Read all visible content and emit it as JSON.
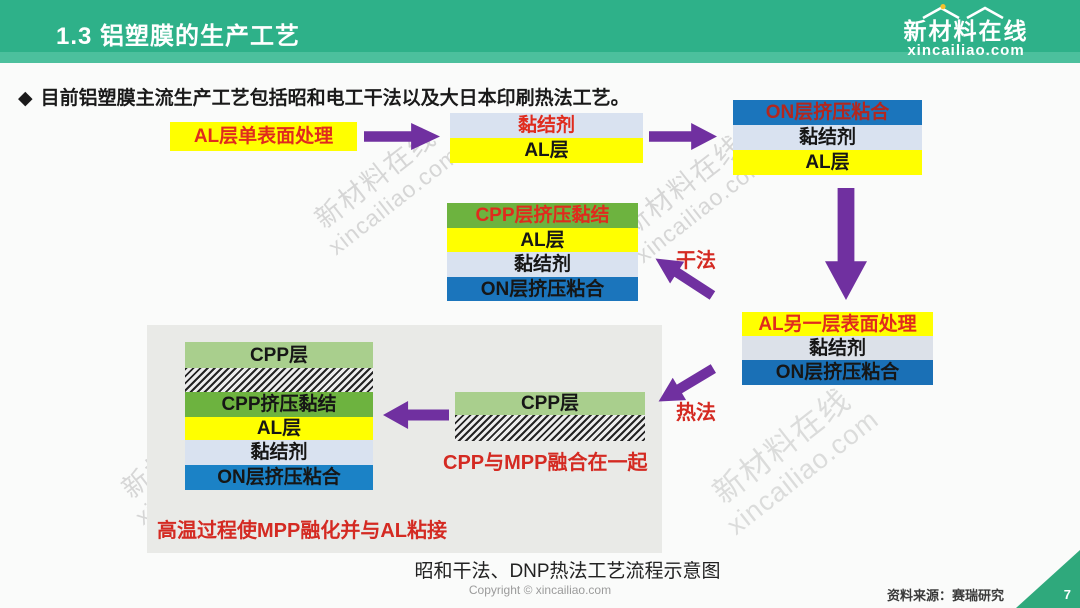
{
  "header": {
    "title": "1.3 铝塑膜的生产工艺",
    "logo": {
      "name": "新材料在线",
      "domain": "xincailiao.com"
    }
  },
  "intro": {
    "bullet_marker": "◆",
    "text": "目前铝塑膜主流生产工艺包括昭和电工干法以及大日本印刷热法工艺。"
  },
  "diagram": {
    "boxes": {
      "step1": [
        {
          "text": "AL层单表面处理",
          "bg": "#ffff00",
          "color": "#e02b1d",
          "bold": true,
          "h": 29
        }
      ],
      "step2": [
        {
          "text": "黏结剂",
          "bg": "#d9e2f0",
          "color": "#e02b1d",
          "bold": true,
          "h": 25
        },
        {
          "text": "AL层",
          "bg": "#ffff00",
          "color": "#161616",
          "h": 25
        }
      ],
      "step3": [
        {
          "text": "ON层挤压粘合",
          "bg": "#1b75bc",
          "color": "#b3271e",
          "bold": true,
          "h": 25
        },
        {
          "text": "黏结剂",
          "bg": "#d9e2f0",
          "color": "#161616",
          "h": 25
        },
        {
          "text": "AL层",
          "bg": "#ffff00",
          "color": "#161616",
          "h": 25
        }
      ],
      "step4": [
        {
          "text": "AL另一层表面处理",
          "bg": "#ffff00",
          "color": "#e02b1d",
          "bold": true,
          "h": 24
        },
        {
          "text": "黏结剂",
          "bg": "#dce1e9",
          "color": "#161616",
          "h": 24
        },
        {
          "text": "ON层挤压粘合",
          "bg": "#1a70b6",
          "color": "#161616",
          "h": 25
        }
      ],
      "dry_result": [
        {
          "text": "CPP层挤压黏结",
          "bg": "#6db33f",
          "color": "#e02b1d",
          "bold": true,
          "h": 25
        },
        {
          "text": "AL层",
          "bg": "#ffff00",
          "color": "#161616",
          "h": 24
        },
        {
          "text": "黏结剂",
          "bg": "#d9e2f0",
          "color": "#161616",
          "h": 25
        },
        {
          "text": "ON层挤压粘合",
          "bg": "#1b75bc",
          "color": "#161616",
          "h": 24
        }
      ],
      "heat_cpp": [
        {
          "text": "CPP层",
          "bg": "#a9cf8d",
          "color": "#161616",
          "h": 23
        },
        {
          "hatch": true,
          "h": 26
        }
      ],
      "final": [
        {
          "text": "CPP层",
          "bg": "#a9cf8d",
          "color": "#161616",
          "h": 26
        },
        {
          "hatch": true,
          "h": 24
        },
        {
          "text": "CPP挤压黏结",
          "bg": "#6db33f",
          "color": "#161616",
          "h": 25
        },
        {
          "text": "AL层",
          "bg": "#ffff00",
          "color": "#161616",
          "h": 23
        },
        {
          "text": "黏结剂",
          "bg": "#d9e2f0",
          "color": "#161616",
          "h": 25
        },
        {
          "text": "ON层挤压粘合",
          "bg": "#1b82c6",
          "color": "#161616",
          "h": 25
        }
      ]
    },
    "labels": {
      "dry": "干法",
      "heat": "热法"
    },
    "captions": {
      "heat_note": "CPP与MPP融合在一起",
      "final_note": "高温过程使MPP融化并与AL粘接",
      "figure": "昭和干法、DNP热法工艺流程示意图"
    }
  },
  "watermark": {
    "line1": "新材料在线",
    "line2": "xincailiao.com"
  },
  "footer": {
    "copyright": "Copyright © xincailiao.com",
    "source": "资料来源：赛瑞研究",
    "page": "7"
  },
  "colors": {
    "header_green": "#2eb189",
    "arrow_purple": "#7030a0",
    "accent_red": "#d42a22",
    "panel_gray": "#e9eae7"
  }
}
